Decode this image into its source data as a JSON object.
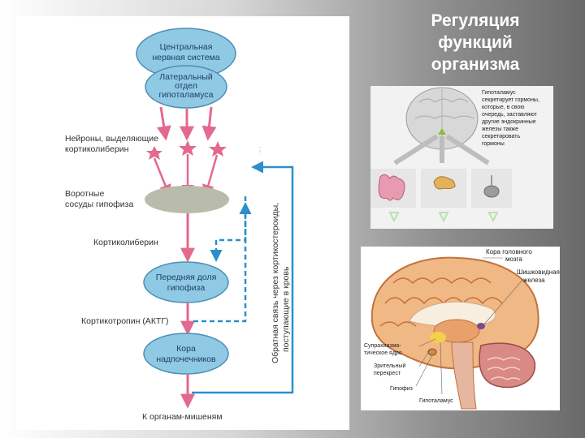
{
  "slide": {
    "title_lines": [
      "Регуляция",
      "функций",
      "организма"
    ]
  },
  "diagram": {
    "nodes": {
      "cns": [
        "Центральная",
        "нервная система"
      ],
      "hypothalamus": [
        "Латеральный",
        "отдел",
        "гипоталамуса"
      ],
      "pituitary": [
        "Передняя доля",
        "гипофиза"
      ],
      "adrenal": [
        "Кора",
        "надпочечников"
      ]
    },
    "labels": {
      "neurons": [
        "Нейроны, выделяющие",
        "кортиколиберин"
      ],
      "portal": [
        "Воротные",
        "сосуды гипофиза"
      ],
      "corticoliberin": "Кортиколиберин",
      "acth": "Кортикотропин (АКТГ)",
      "targets": "К органам-мишеням",
      "feedback": [
        "Обратная связь через кортикостероиды,",
        "поступающие в кровь"
      ]
    },
    "colors": {
      "node_fill": "#8fc9e3",
      "node_stroke": "#4b8fb6",
      "arrow_pink": "#e36a8c",
      "feedback_blue": "#2c8fc9",
      "portal_fill": "#b9bcaa"
    }
  },
  "hypothalamus_panel": {
    "caption_lines": [
      "Гипоталамус",
      "секретирует гормоны,",
      "которые, в свою",
      "очередь, заставляют",
      "другие эндокринные",
      "железы также",
      "секретировать",
      "гормоны"
    ]
  },
  "brain_panel": {
    "labels": {
      "cortex": [
        "Кора головного",
        "мозга"
      ],
      "pineal": [
        "Шишковидная",
        "железа"
      ],
      "scn": [
        "Супрахиазма-",
        "тическое ядро"
      ],
      "chiasm": [
        "Зрительный",
        "перекрест"
      ],
      "pituitary": "Гипофиз",
      "hypothalamus": "Гипоталамус"
    }
  }
}
